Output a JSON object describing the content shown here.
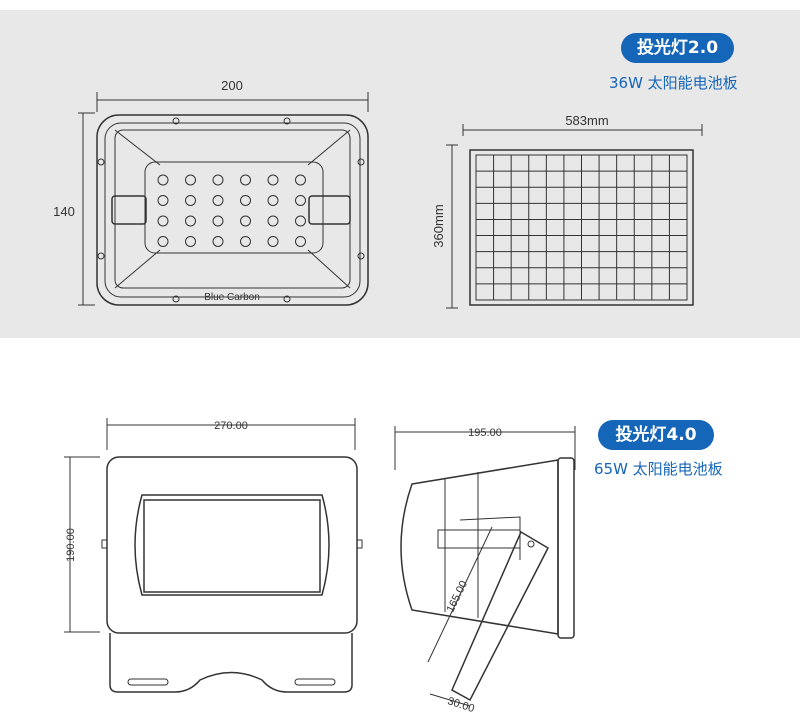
{
  "product1": {
    "title": "投光灯2.0",
    "subtitle": "36W 太阳能电池板",
    "lamp_width": "200",
    "lamp_height": "140",
    "lamp_brand": "Blue Carbon",
    "panel_width": "583mm",
    "panel_height": "360mm"
  },
  "product2": {
    "title": "投光灯4.0",
    "subtitle": "65W 太阳能电池板",
    "front_width": "270.00",
    "front_height": "190.00",
    "side_depth": "195.00",
    "arm_length": "165.00",
    "arm_width": "30.00"
  },
  "colors": {
    "accent": "#1565b8",
    "band": "#e8e8e8",
    "line": "#333333"
  }
}
